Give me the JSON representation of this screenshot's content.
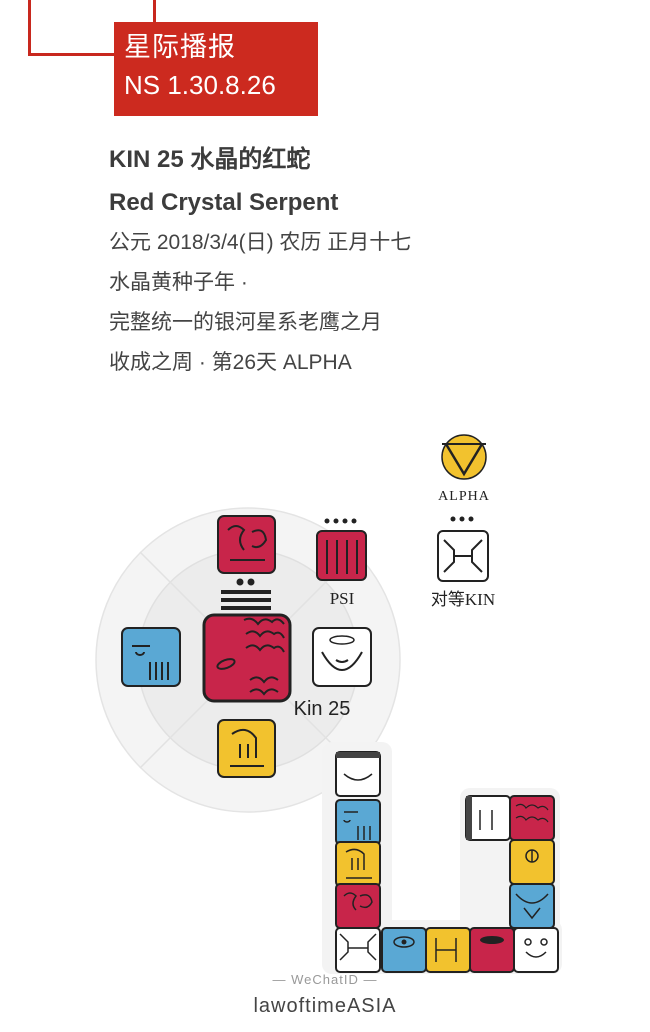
{
  "badge": {
    "line1": "星际播报",
    "line2": "NS 1.30.8.26"
  },
  "header": {
    "kin_title": "KIN 25 水晶的红蛇",
    "english_title": "Red Crystal Serpent",
    "date_line": "公元 2018/3/4(日)  农历 正月十七",
    "year_line": "水晶黄种子年 ·",
    "moon_line": "完整统一的银河星系老鹰之月",
    "week_line": "收成之周 · 第26天 ALPHA"
  },
  "diagram": {
    "alpha_label": "ALPHA",
    "analog_label": "对等KIN",
    "psi_label": "PSI",
    "kin_label": "Kin 25"
  },
  "colors": {
    "red": "#c8254a",
    "blue": "#5aa8d4",
    "yellow": "#f2c22e",
    "white": "#ffffff",
    "badge": "#cc2a1f"
  },
  "watermark": {
    "line1": "— WeChatID —",
    "line2": "lawoftimeASIA"
  }
}
